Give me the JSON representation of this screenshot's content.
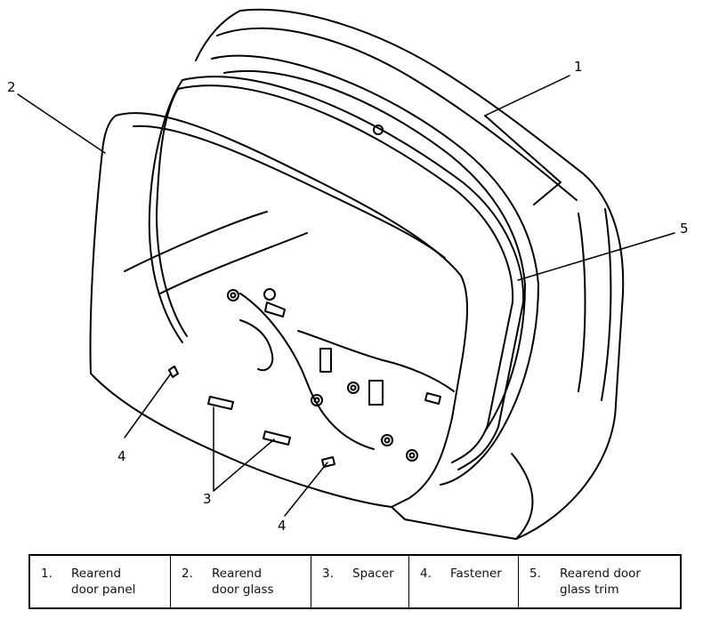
{
  "callouts": [
    "1",
    "2",
    "3",
    "4",
    "5",
    "4"
  ],
  "legend": [
    {
      "num": "1.",
      "text": "Rearend\ndoor panel"
    },
    {
      "num": "2.",
      "text": "Rearend\ndoor glass"
    },
    {
      "num": "3.",
      "text": "Spacer"
    },
    {
      "num": "4.",
      "text": "Fastener"
    },
    {
      "num": "5.",
      "text": "Rearend door\nglass trim"
    }
  ]
}
